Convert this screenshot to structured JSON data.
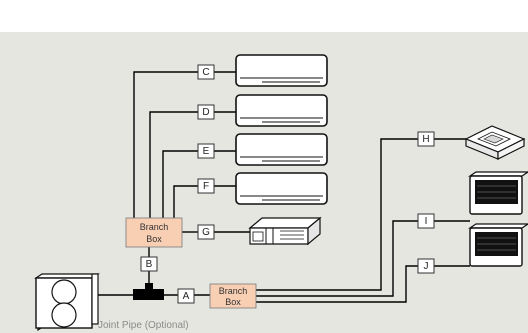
{
  "diagram": {
    "labels": {
      "A": "A",
      "B": "B",
      "C": "C",
      "D": "D",
      "E": "E",
      "F": "F",
      "G": "G",
      "H": "H",
      "I": "I",
      "J": "J"
    },
    "branch_box_upper": {
      "line1": "Branch",
      "line2": "Box"
    },
    "branch_box_lower": {
      "line1": "Branch",
      "line2": "Box"
    },
    "joint_pipe_caption": "Joint Pipe (Optional)"
  },
  "colors": {
    "background": "#e6e6e1",
    "top_band": "#ffffff",
    "branch_box_fill": "#f9cfb4"
  },
  "icons": [
    "outdoor-unit-icon",
    "wall-mounted-unit-icon",
    "ducted-unit-icon",
    "cassette-unit-icon",
    "floor-console-unit-icon"
  ]
}
